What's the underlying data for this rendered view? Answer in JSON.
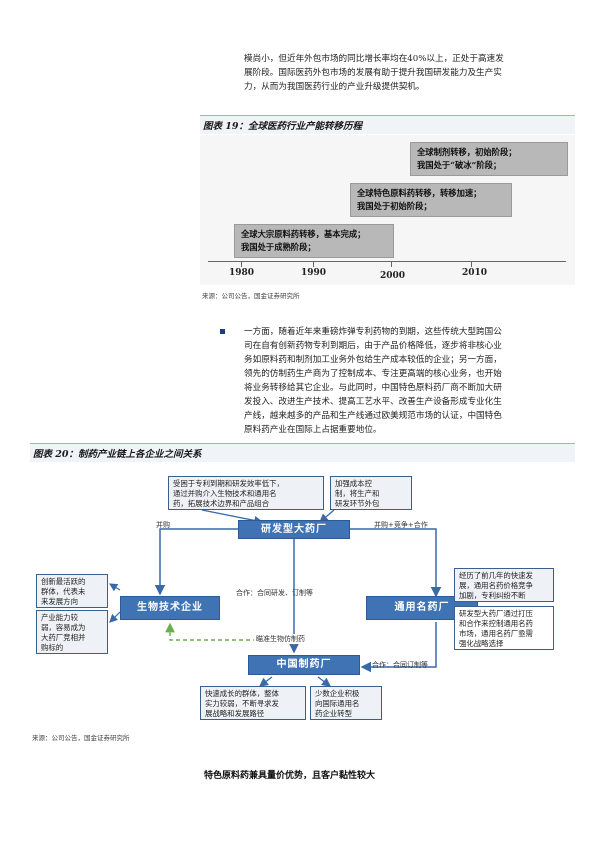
{
  "intro_paragraph": {
    "lines": [
      "模尚小，但近年外包市场的同比增长率均在40%以上，正处于高速发",
      "展阶段。国际医药外包市场的发展有助于提升我国研发能力及生产实",
      "力，从而为我国医药行业的产业升级提供契机。"
    ]
  },
  "figure19": {
    "title": "图表 19：全球医药行业产能转移历程",
    "steps": [
      {
        "lines": [
          "全球制剂转移，初始阶段；",
          "我国处于“破冰”阶段；"
        ]
      },
      {
        "lines": [
          "全球特色原料药转移，转移加速；",
          "我国处于初始阶段；"
        ]
      },
      {
        "lines": [
          "全球大宗原料药转移，基本完成；",
          "我国处于成熟阶段；"
        ]
      }
    ],
    "years": [
      "1980",
      "1990",
      "2000",
      "2010"
    ],
    "source": "来源：公司公告，国金证券研究所"
  },
  "bullet_paragraph": {
    "lines": [
      "一方面，随着近年来重磅炸弹专利药物的到期，这些传统大型跨国公",
      "司在自有创新药物专利到期后，由于产品价格降低，逐步将非核心业",
      "务如原料药和制剂加工业务外包给生产成本较低的企业；另一方面，",
      "领先的仿制药生产商为了控制成本、专注更高端的核心业务，也开始",
      "将业务转移给其它企业。与此同时，中国特色原料药厂商不断加大研",
      "发投入、改进生产技术、提高工艺水平、改善生产设备形成专业化生",
      "产线，越来越多的产品和生产线通过欧美规范市场的认证，中国特色",
      "原料药产业在国际上占据重要地位。"
    ]
  },
  "figure20": {
    "title": "图表 20：制药产业链上各企业之间关系",
    "main_boxes": {
      "research": "研发型大药厂",
      "biotech": "生物技术企业",
      "generic": "通用名药厂",
      "china": "中国制药厂"
    },
    "notes": {
      "top_left": [
        "受困于专利到期和研发效率低下，",
        "通过并购介入生物技术和通用名",
        "药，拓展技术边界和产品组合"
      ],
      "top_right": [
        "加强成本控",
        "制，将生产和",
        "研发环节外包"
      ],
      "biotech_top": [
        "创新最活跃的",
        "群体，代表未",
        "来发展方向"
      ],
      "biotech_bottom": [
        "产业能力较",
        "弱，容易成为",
        "大药厂竞相并",
        "购标的"
      ],
      "generic_top": [
        "经历了前几年的快速发",
        "展，通用名药价格竞争",
        "加剧，专利纠纷不断"
      ],
      "generic_bottom": [
        "研发型大药厂通过打压",
        "和合作来控制通用名药",
        "市场，通用名药厂亟需",
        "强化战略选择"
      ],
      "china_left": [
        "快速成长的群体，整体",
        "实力较弱，不断寻求发",
        "展战略和发展路径"
      ],
      "china_right": [
        "少数企业积极",
        "向国际通用名",
        "药企业转型"
      ]
    },
    "edge_labels": {
      "acquire": "并购",
      "acquire_compete": "并购+竞争+合作",
      "coop_research": "合作：合同研发、订制等",
      "target": "瞄准生物仿制药",
      "coop_custom": "合作：合同订制等"
    },
    "source": "来源：公司公告，国金证券研究所"
  },
  "bottom_heading": "特色原料药兼具量价优势，且客户黏性较大",
  "colors": {
    "main_box": "#3f73b4",
    "note_border": "#3a5f8f",
    "bar_fill": "#b8b8b8",
    "dashed_arrow": "#6ab04c",
    "bullet": "#1a3f7a"
  }
}
